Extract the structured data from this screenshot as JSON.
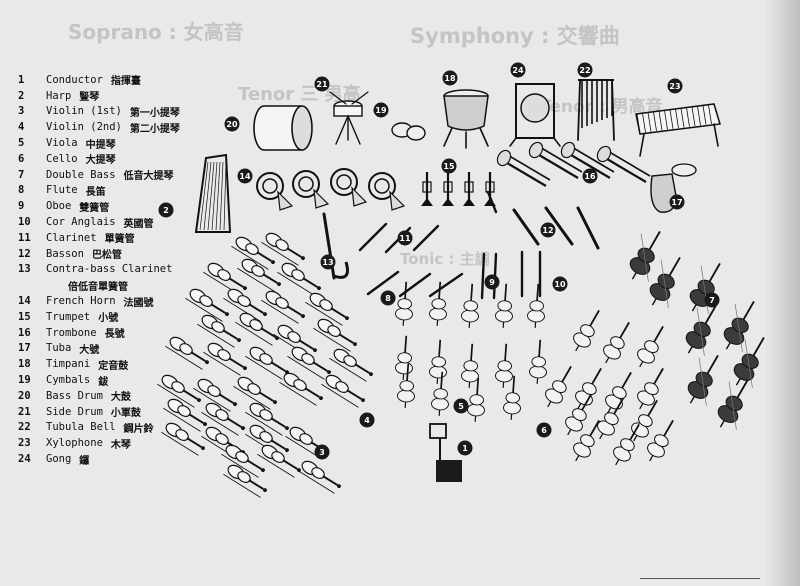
{
  "ghost_text": {
    "top_left": "Soprano : 女高音",
    "top_right": "Symphony : 交響曲",
    "mid_left": "Tenor 三 男高",
    "mid_right": "Tenor : 男高音",
    "mid_small": "Tonic : 主調"
  },
  "legend": [
    {
      "num": "1",
      "en": "Conductor",
      "zh": "指揮臺"
    },
    {
      "num": "2",
      "en": "Harp",
      "zh": "豎琴"
    },
    {
      "num": "3",
      "en": "Violin (1st)",
      "zh": "第一小提琴"
    },
    {
      "num": "4",
      "en": "Violin (2nd)",
      "zh": "第二小提琴"
    },
    {
      "num": "5",
      "en": "Viola",
      "zh": "中提琴"
    },
    {
      "num": "6",
      "en": "Cello",
      "zh": "大提琴"
    },
    {
      "num": "7",
      "en": "Double Bass",
      "zh": "低音大提琴"
    },
    {
      "num": "8",
      "en": "Flute",
      "zh": "長笛"
    },
    {
      "num": "9",
      "en": "Oboe",
      "zh": "雙簧管"
    },
    {
      "num": "10",
      "en": "Cor Anglais",
      "zh": "英國管"
    },
    {
      "num": "11",
      "en": "Clarinet",
      "zh": "單簧管"
    },
    {
      "num": "12",
      "en": "Basson",
      "zh": "巴松管"
    },
    {
      "num": "13",
      "en": "Contra-bass Clarinet",
      "zh": ""
    },
    {
      "num": "",
      "en": "",
      "zh": "倍低音單簧管"
    },
    {
      "num": "14",
      "en": "French Horn",
      "zh": "法國號"
    },
    {
      "num": "15",
      "en": "Trumpet",
      "zh": "小號"
    },
    {
      "num": "16",
      "en": "Trombone",
      "zh": "長號"
    },
    {
      "num": "17",
      "en": "Tuba",
      "zh": "大號"
    },
    {
      "num": "18",
      "en": "Timpani",
      "zh": "定音鼓"
    },
    {
      "num": "19",
      "en": "Cymbals",
      "zh": "鈸"
    },
    {
      "num": "20",
      "en": "Bass Drum",
      "zh": "大鼓"
    },
    {
      "num": "21",
      "en": "Side Drum",
      "zh": "小軍鼓"
    },
    {
      "num": "22",
      "en": "Tubula Bell",
      "zh": "鋼片鈴"
    },
    {
      "num": "23",
      "en": "Xylophone",
      "zh": "木琴"
    },
    {
      "num": "24",
      "en": "Gong",
      "zh": "鑼"
    }
  ],
  "markers": [
    "1",
    "2",
    "3",
    "4",
    "5",
    "6",
    "7",
    "8",
    "9",
    "10",
    "11",
    "12",
    "13",
    "14",
    "15",
    "16",
    "17",
    "18",
    "19",
    "20",
    "21",
    "22",
    "23",
    "24"
  ],
  "colors": {
    "ink": "#111111",
    "paper": "#e9e9eb",
    "ghost": "#c4c4c6",
    "badge": "#1a1a1a"
  }
}
